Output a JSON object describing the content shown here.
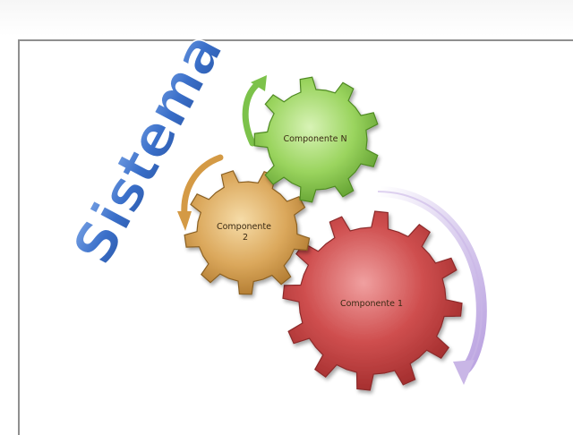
{
  "title": "Sistema",
  "gears": [
    {
      "id": "componente-n",
      "label_lines": [
        "Componente N"
      ],
      "color": "#9ad45e"
    },
    {
      "id": "componente-2",
      "label_lines": [
        "Componente",
        "2"
      ],
      "color": "#dba85c"
    },
    {
      "id": "componente-1",
      "label_lines": [
        "Componente 1"
      ],
      "color": "#cf4f4f"
    }
  ],
  "colors": {
    "title": "#3a6fc9",
    "arrow_green": "#7cc24a",
    "arrow_orange": "#d49a45",
    "arrow_purple": "#c9b6e6"
  }
}
